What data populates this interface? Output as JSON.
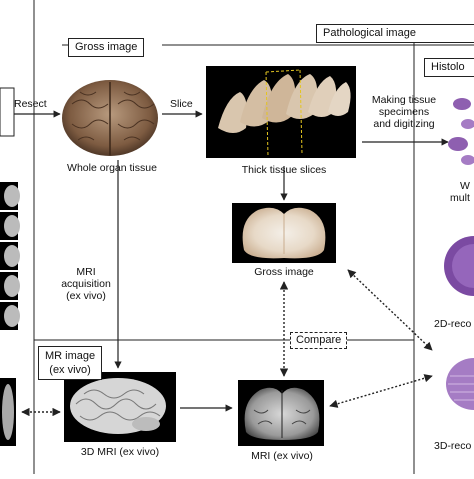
{
  "headers": {
    "gross": "Gross image",
    "pathological": "Pathological image",
    "histology": "Histolo",
    "mr_line1": "MR image",
    "mr_line2": "(ex vivo)"
  },
  "arrows": {
    "resect": "Resect",
    "slice": "Slice",
    "making_line1": "Making tissue",
    "making_line2": "specimens",
    "making_line3": "and digitizing",
    "mri_line1": "MRI",
    "mri_line2": "acquisition",
    "mri_line3": "(ex vivo)",
    "compare": "Compare"
  },
  "captions": {
    "whole_organ": "Whole organ tissue",
    "thick_slices": "Thick tissue slices",
    "gross_image": "Gross image",
    "mri_3d": "3D MRI (ex vivo)",
    "mri_slice": "MRI (ex vivo)",
    "hist_w_line1": "W",
    "hist_w_line2": "mult",
    "recon_2d": "2D-reco",
    "recon_3d": "3D-reco"
  },
  "colors": {
    "line": "#222222",
    "tissue": "#8a6a4f",
    "stain": "#8e5fb0",
    "mri_bg": "#000000"
  }
}
